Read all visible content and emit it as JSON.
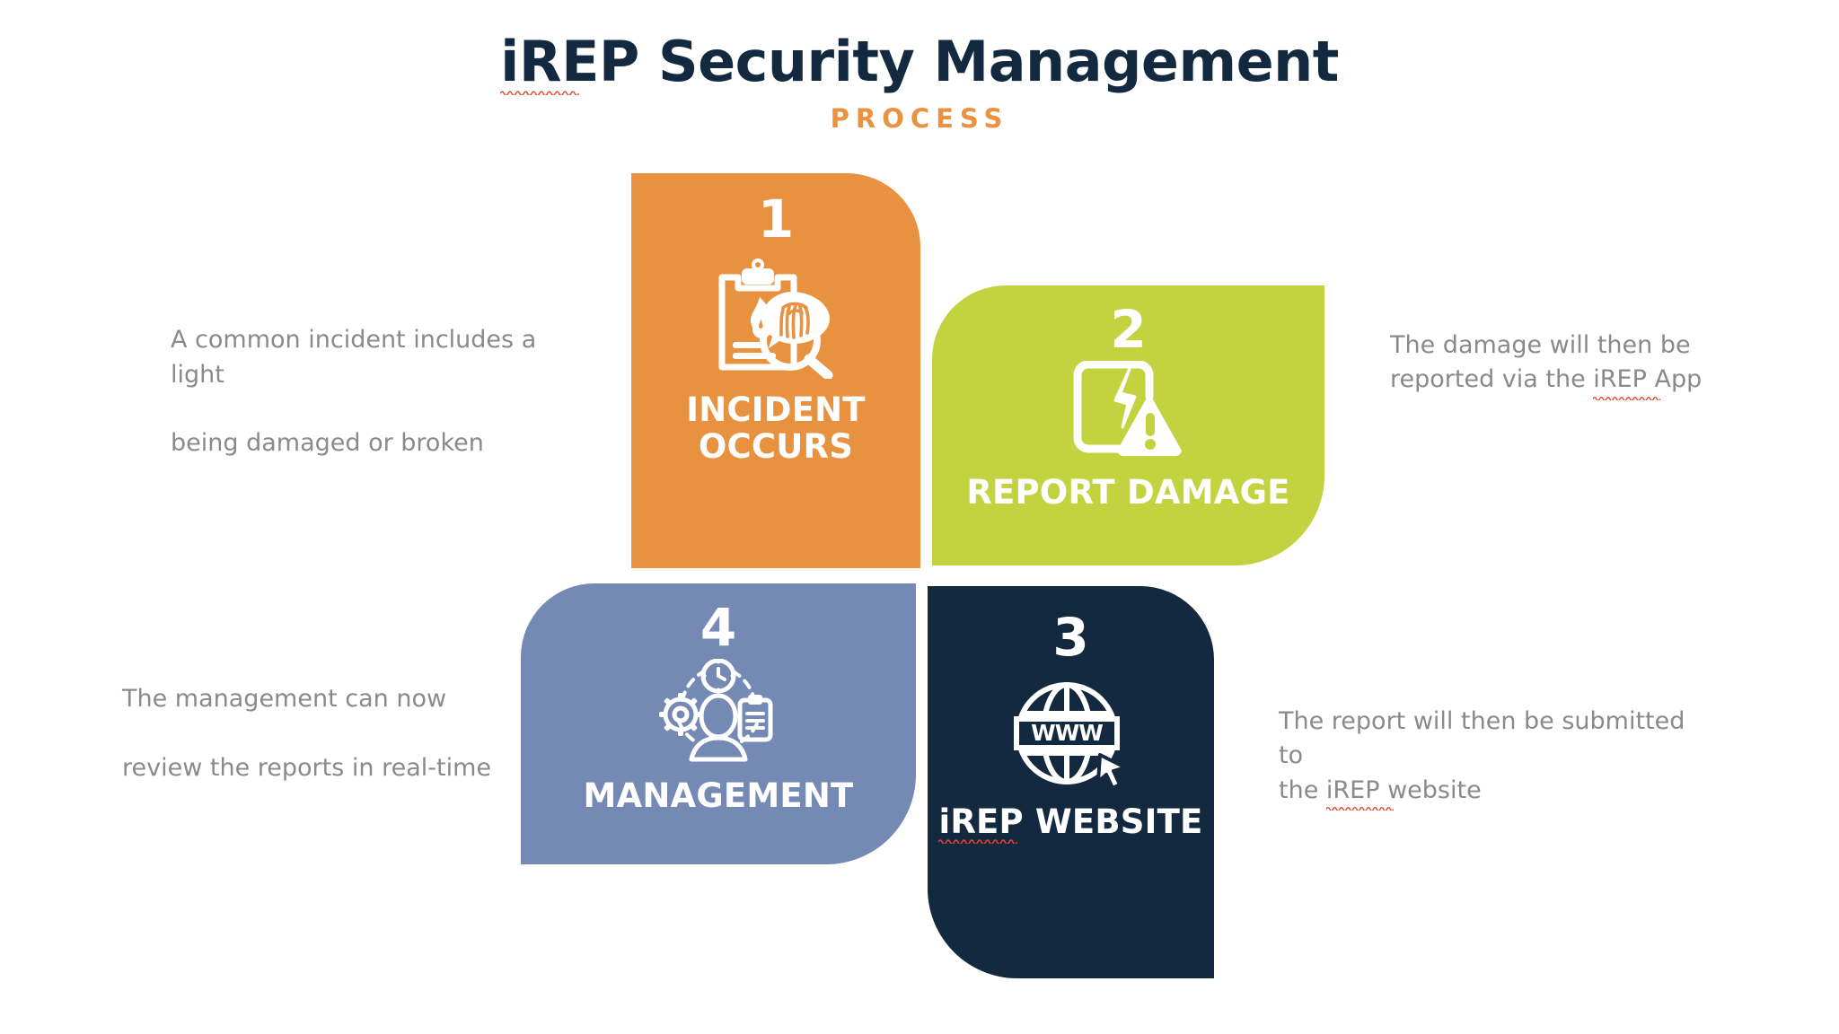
{
  "header": {
    "title_highlight": "iREP",
    "title_rest": " Security Management",
    "title_full": "iREP Security Management",
    "subtitle": "PROCESS",
    "title_color": "#12293f",
    "subtitle_color": "#eb9241"
  },
  "panels": [
    {
      "number": "1",
      "label": "INCIDENT\nOCCURS",
      "icon": "clipboard-fire-fingerprint-magnifier-icon",
      "color": "#e8913f"
    },
    {
      "number": "2",
      "label": "REPORT DAMAGE",
      "icon": "cracked-phone-warning-icon",
      "color": "#c3d340"
    },
    {
      "number": "3",
      "label_highlight": "iREP",
      "label_rest": " WEBSITE",
      "label": "iREP WEBSITE",
      "icon": "globe-www-cursor-icon",
      "color": "#12293f"
    },
    {
      "number": "4",
      "label": "MANAGEMENT",
      "icon": "person-gear-clipboard-clock-icon",
      "color": "#7489b4"
    }
  ],
  "captions": [
    {
      "text": "A common incident includes a light being damaged or broken",
      "line1": "A common incident includes a light",
      "line2": "being damaged or broken"
    },
    {
      "text_before": "The damage will then be\nreported via the ",
      "highlight": "iREP",
      "text_after": " App",
      "text": "The damage will then be reported via the iREP App"
    },
    {
      "text_before": "The report will then be submitted to\nthe ",
      "highlight": "iREP",
      "text_after": " website",
      "text": "The report will then be submitted to the iREP website"
    },
    {
      "text": "The management can now review the reports in real-time",
      "line1": "The management can now",
      "line2": "review the reports in real-time"
    }
  ],
  "colors": {
    "background": "#ffffff",
    "caption_text": "#8a8a8a",
    "spellcheck_underline": "#e8402a",
    "panel_text": "#ffffff"
  }
}
